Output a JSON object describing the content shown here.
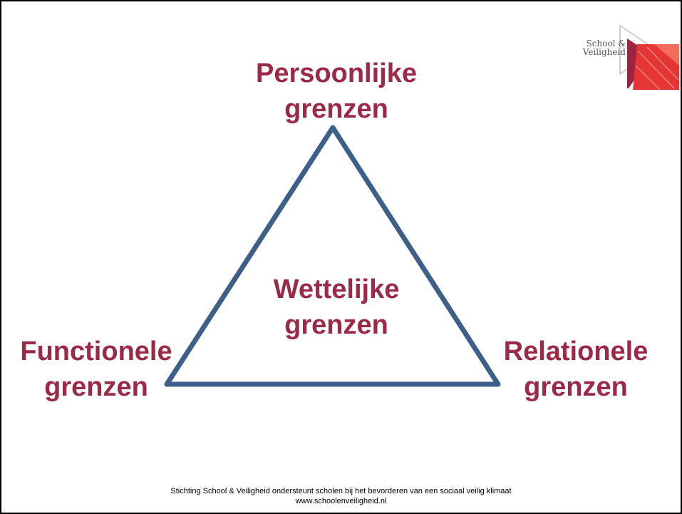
{
  "diagram": {
    "top_label": [
      "Persoonlijke",
      "grenzen"
    ],
    "center_label": [
      "Wettelijke",
      "grenzen"
    ],
    "left_label": [
      "Functionele",
      "grenzen"
    ],
    "right_label": [
      "Relationele",
      "grenzen"
    ],
    "label_color": "#9b2a47",
    "triangle_color": "#3e5f8a"
  },
  "logo": {
    "line1": "School &",
    "line2": "Veiligheid",
    "accent_color": "#d8262e"
  },
  "footer": {
    "line1": "Stichting School & Veiligheid ondersteunt scholen bij het bevorderen van een sociaal veilig klimaat",
    "line2": "www.schoolenveiligheid.nl"
  }
}
